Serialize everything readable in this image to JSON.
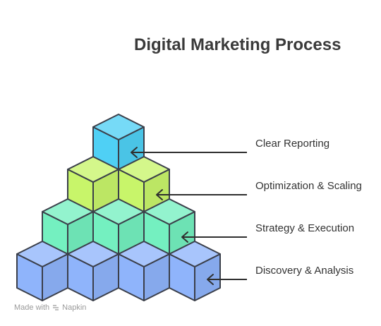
{
  "title": "Digital Marketing Process",
  "levels": [
    {
      "label": "Clear Reporting",
      "cubes": 1,
      "color": "#4fd0f5"
    },
    {
      "label": "Optimization & Scaling",
      "cubes": 2,
      "color": "#c8f56a"
    },
    {
      "label": "Strategy & Execution",
      "cubes": 3,
      "color": "#74f0c0"
    },
    {
      "label": "Discovery & Analysis",
      "cubes": 4,
      "color": "#8fb4fb"
    }
  ],
  "footer": {
    "made_with": "Made with",
    "brand": "Napkin",
    "icon": "napkin-logo-icon"
  }
}
